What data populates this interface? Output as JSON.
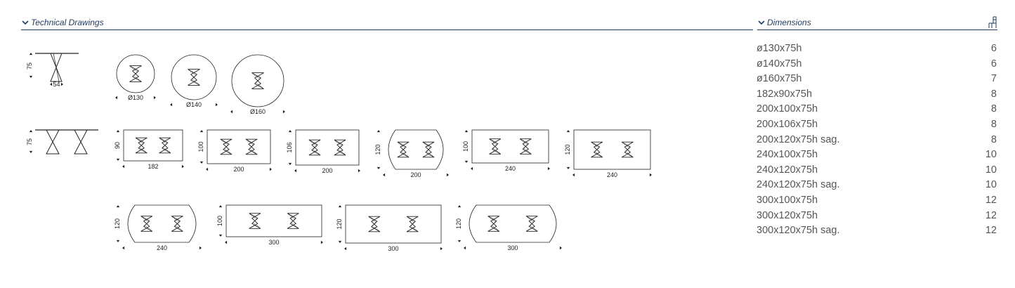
{
  "technical_drawings": {
    "title": "Technical Drawings",
    "side_views": [
      {
        "height": "75",
        "width": "54"
      },
      {
        "height": "75"
      }
    ],
    "round_tops": [
      {
        "size": "Ø130"
      },
      {
        "size": "Ø140"
      },
      {
        "size": "Ø160"
      }
    ],
    "row1_tops": [
      {
        "depth": "90",
        "length": "182",
        "shape": "rect"
      },
      {
        "depth": "100",
        "length": "200",
        "shape": "rect"
      },
      {
        "depth": "106",
        "length": "200",
        "shape": "rect"
      },
      {
        "depth": "120",
        "length": "200",
        "shape": "barrel"
      },
      {
        "depth": "100",
        "length": "240",
        "shape": "rect"
      },
      {
        "depth": "120",
        "length": "240",
        "shape": "rect"
      }
    ],
    "row2_tops": [
      {
        "depth": "120",
        "length": "240",
        "shape": "barrel"
      },
      {
        "depth": "100",
        "length": "300",
        "shape": "rect"
      },
      {
        "depth": "120",
        "length": "300",
        "shape": "rect"
      },
      {
        "depth": "120",
        "length": "300",
        "shape": "barrel"
      }
    ]
  },
  "dimensions": {
    "title": "Dimensions",
    "icon": "chair-icon",
    "rows": [
      {
        "size": "ø130x75h",
        "seats": "6"
      },
      {
        "size": "ø140x75h",
        "seats": "6"
      },
      {
        "size": "ø160x75h",
        "seats": "7"
      },
      {
        "size": "182x90x75h",
        "seats": "8"
      },
      {
        "size": "200x100x75h",
        "seats": "8"
      },
      {
        "size": "200x106x75h",
        "seats": "8"
      },
      {
        "size": "200x120x75h sag.",
        "seats": "8"
      },
      {
        "size": "240x100x75h",
        "seats": "10"
      },
      {
        "size": "240x120x75h",
        "seats": "10"
      },
      {
        "size": "240x120x75h sag.",
        "seats": "10"
      },
      {
        "size": "300x100x75h",
        "seats": "12"
      },
      {
        "size": "300x120x75h",
        "seats": "12"
      },
      {
        "size": "300x120x75h sag.",
        "seats": "12"
      }
    ]
  },
  "colors": {
    "accent": "#1e3a5f",
    "text": "#555555",
    "line": "#222222"
  }
}
